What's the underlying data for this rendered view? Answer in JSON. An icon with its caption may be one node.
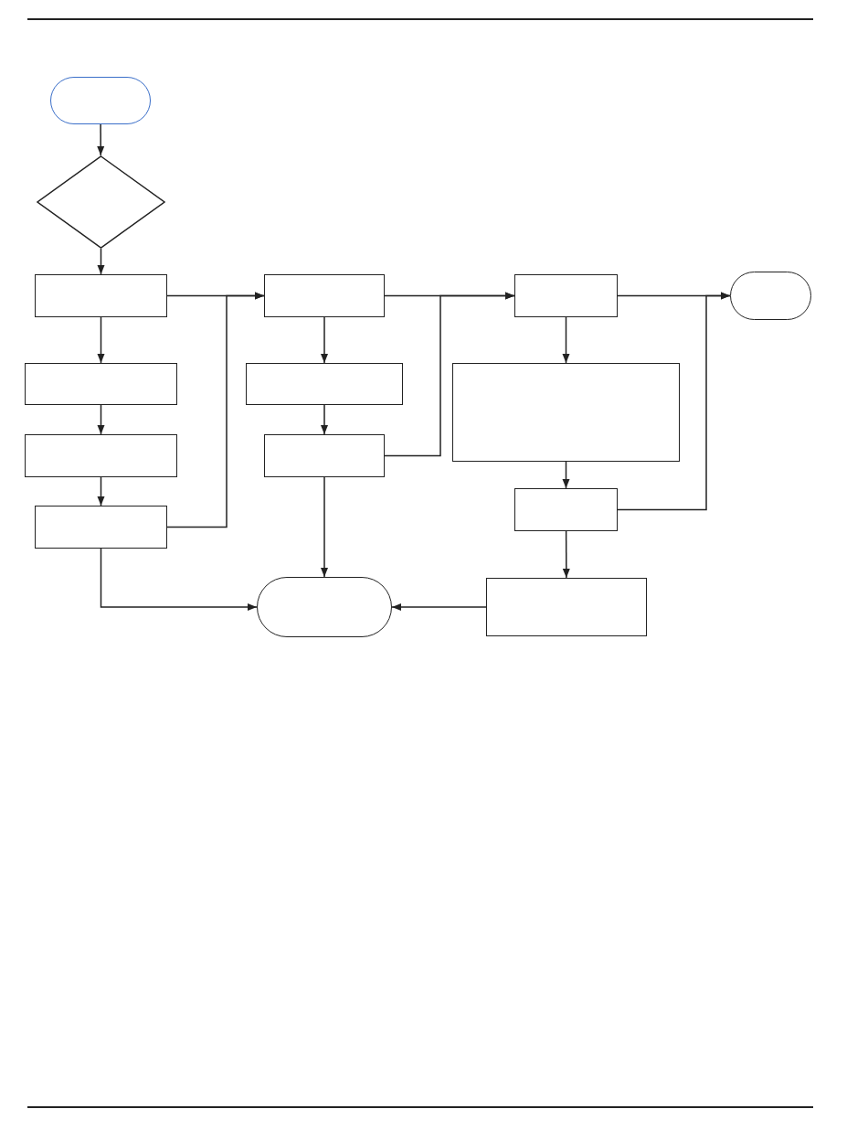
{
  "diagram": {
    "nodes": [
      {
        "text": [],
        "shape": "terminal"
      },
      {
        "text": [],
        "shape": "diamond"
      },
      {
        "text": [],
        "shape": "box"
      },
      {
        "text": [],
        "shape": "box"
      },
      {
        "text": [],
        "shape": "box"
      },
      {
        "text": [],
        "shape": "terminal"
      },
      {
        "text": [],
        "shape": "box"
      },
      {
        "text": [],
        "shape": "box"
      },
      {
        "text": [],
        "shape": "box"
      },
      {
        "text": [],
        "shape": "box"
      },
      {
        "text": [],
        "shape": "box"
      },
      {
        "text": [],
        "shape": "box"
      },
      {
        "text": [],
        "shape": "box"
      },
      {
        "text": [],
        "shape": "terminal"
      },
      {
        "text": [],
        "shape": "box"
      }
    ],
    "edges": [
      {
        "from": 0,
        "to": 1,
        "arrow": "to"
      },
      {
        "from": 1,
        "to": 2,
        "arrow": "to"
      },
      {
        "from": 2,
        "to": 3,
        "arrow": "to"
      },
      {
        "from": 3,
        "to": 4,
        "arrow": "to"
      },
      {
        "from": 4,
        "to": 5,
        "arrow": "to"
      },
      {
        "from": 2,
        "to": 6,
        "arrow": "to"
      },
      {
        "from": 6,
        "to": 9,
        "arrow": "to"
      },
      {
        "from": 9,
        "to": 11,
        "arrow": "to"
      },
      {
        "from": 11,
        "to": 3,
        "arrow": "to"
      },
      {
        "from": 3,
        "to": 7,
        "arrow": "to"
      },
      {
        "from": 7,
        "to": 10,
        "arrow": "to"
      },
      {
        "from": 10,
        "to": 4,
        "arrow": "to"
      },
      {
        "from": 10,
        "to": 13,
        "arrow": "to"
      },
      {
        "from": 11,
        "to": 13,
        "arrow": "to"
      },
      {
        "from": 4,
        "to": 8,
        "arrow": "to"
      },
      {
        "from": 8,
        "to": 12,
        "arrow": "to"
      },
      {
        "from": 12,
        "to": 5,
        "arrow": "to"
      },
      {
        "from": 12,
        "to": 14,
        "arrow": "to"
      },
      {
        "from": 14,
        "to": 13,
        "arrow": "to"
      }
    ]
  }
}
